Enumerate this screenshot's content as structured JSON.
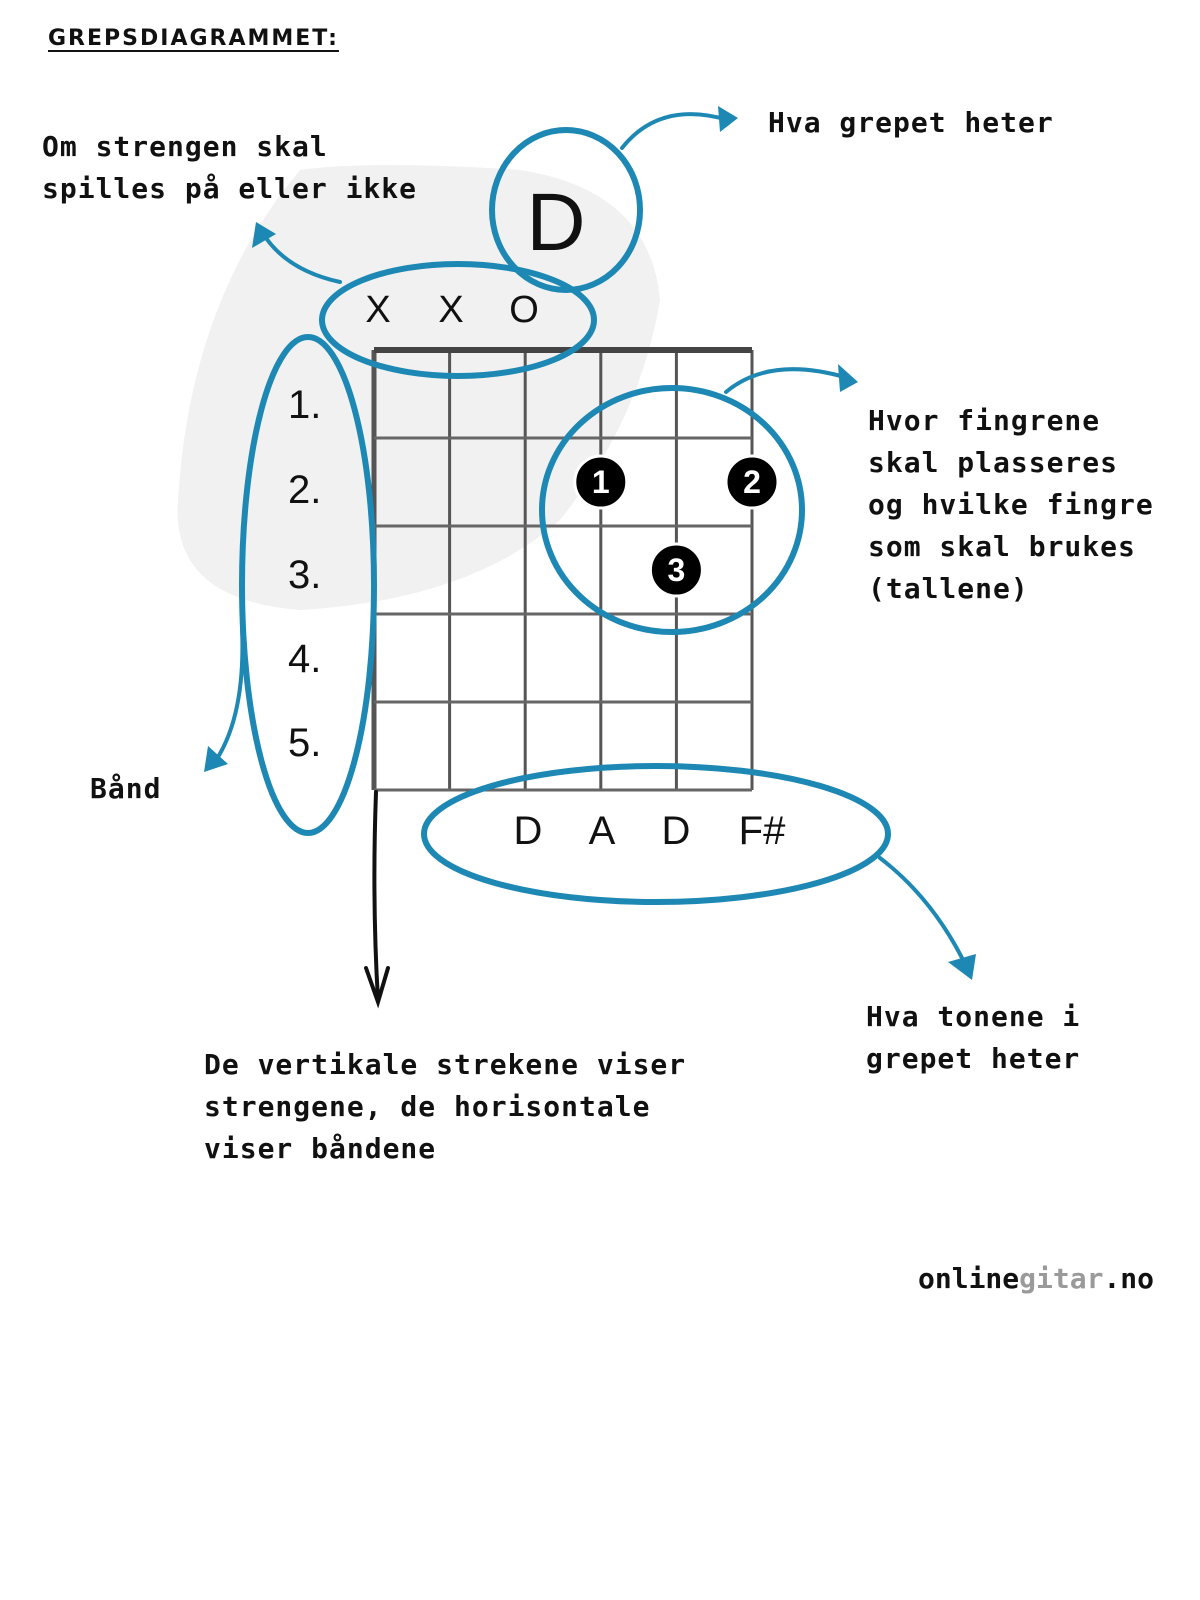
{
  "heading": "GREPSDIAGRAMMET:",
  "chord": {
    "name": "D",
    "string_markers": [
      "X",
      "X",
      "O"
    ],
    "fret_numbers": [
      "1.",
      "2.",
      "3.",
      "4.",
      "5."
    ],
    "notes": [
      "D",
      "A",
      "D",
      "F#"
    ],
    "finger_dots": [
      {
        "label": "1",
        "string": 4,
        "fret": 2
      },
      {
        "label": "2",
        "string": 6,
        "fret": 2
      },
      {
        "label": "3",
        "string": 5,
        "fret": 3
      }
    ]
  },
  "annotations": {
    "chord_name": "Hva grepet heter",
    "open_muted": "Om strengen skal\nspilles på eller ikke",
    "fingers": "Hvor fingrene\nskal plasseres\nog hvilke fingre\nsom skal brukes\n(tallene)",
    "frets": "Bånd",
    "notes": "Hva tonene i\ngrepet heter",
    "lines": "De vertikale strekene viser\nstrengene, de horisontale\nviser båndene"
  },
  "brand": {
    "part1": "online",
    "part2": "gitar",
    "part3": ".no"
  },
  "colors": {
    "accent": "#1e88b4",
    "ink": "#111111",
    "grid": "#555555"
  }
}
